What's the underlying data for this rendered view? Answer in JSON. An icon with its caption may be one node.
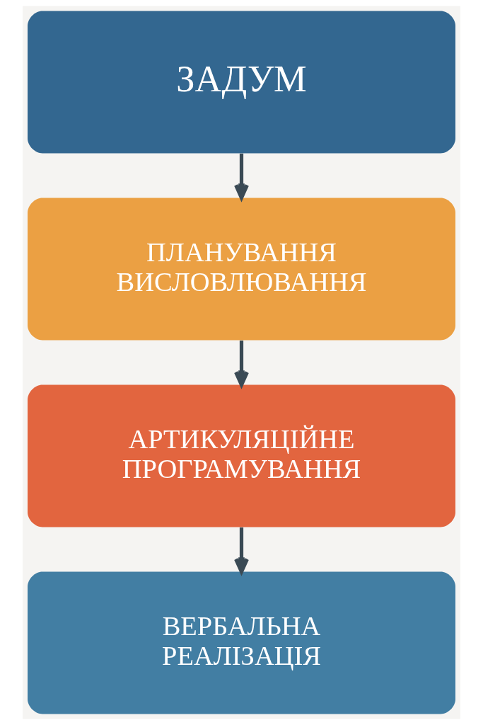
{
  "diagram": {
    "nodes": [
      {
        "text": [
          "ЗАДУМ"
        ]
      },
      {
        "text": [
          "ПЛАНУВАННЯ ВИСЛОВЛЮВАННЯ"
        ]
      },
      {
        "text": [
          "АРТИКУЛЯЦІЙНЕ ПРОГРАМУВАННЯ"
        ]
      },
      {
        "text": [
          "ВЕРБАЛЬНА РЕАЛІЗАЦІЯ"
        ]
      }
    ],
    "edges": [
      {
        "from": 0,
        "to": 1,
        "arrow": "to"
      },
      {
        "from": 1,
        "to": 2,
        "arrow": "to"
      },
      {
        "from": 2,
        "to": 3,
        "arrow": "to"
      }
    ]
  }
}
